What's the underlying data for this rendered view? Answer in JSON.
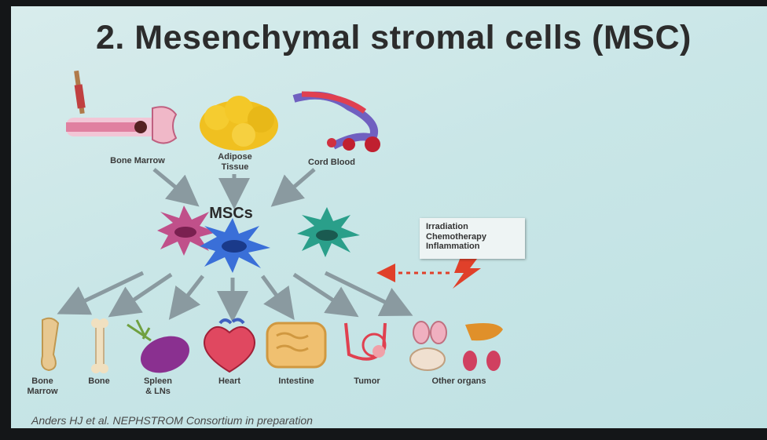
{
  "slide": {
    "title": "2. Mesenchymal stromal cells (MSC)",
    "sources": [
      {
        "label": "Bone Marrow"
      },
      {
        "label_line1": "Adipose",
        "label_line2": "Tissue"
      },
      {
        "label": "Cord Blood"
      }
    ],
    "center_label": "MSCs",
    "stressors": [
      "Irradiation",
      "Chemotherapy",
      "Inflammation"
    ],
    "targets": {
      "bone_marrow_line1": "Bone",
      "bone_marrow_line2": "Marrow",
      "bone": "Bone",
      "spleen_line1": "Spleen",
      "spleen_line2": "& LNs",
      "heart": "Heart",
      "intestine": "Intestine",
      "tumor": "Tumor",
      "other_organs": "Other organs"
    },
    "citation": "Anders HJ et al. NEPHSTROM Consortium in preparation",
    "colors": {
      "msc_pink": "#c0508a",
      "msc_blue": "#3a6fd8",
      "msc_teal": "#2a9f8a",
      "arrow_gray": "#8a9aa0",
      "lightning_red": "#e0402a"
    }
  }
}
